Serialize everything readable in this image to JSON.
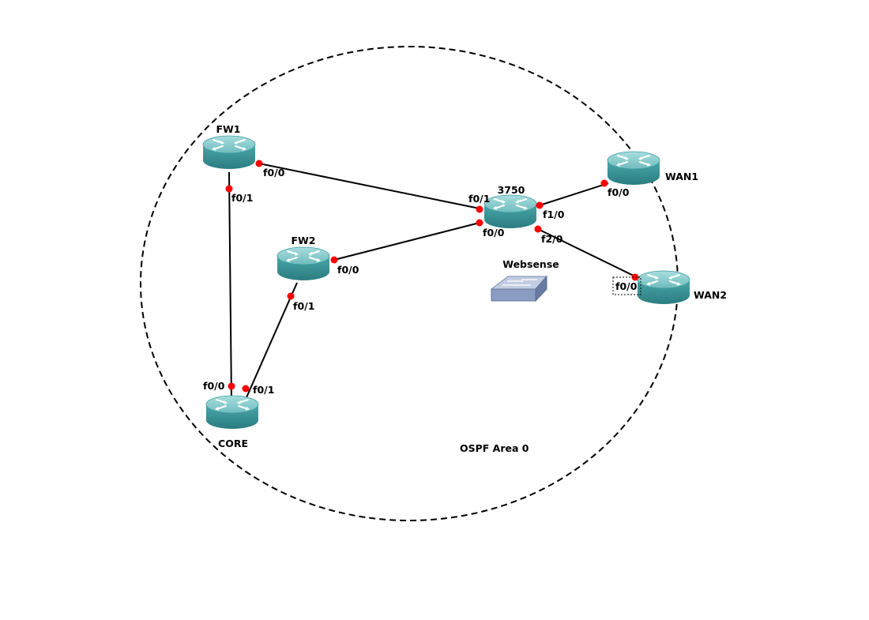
{
  "diagram": {
    "area_label": "OSPF Area 0",
    "colors": {
      "router_top": "#8fcfd0",
      "router_body": "#3f9d9f",
      "router_dark": "#2c7f81",
      "link": "#000000",
      "port": "#ff0000",
      "switch_top": "#b9c5dd",
      "switch_side": "#7284ad"
    },
    "devices": {
      "fw1": {
        "label": "FW1",
        "icon": "router-icon"
      },
      "fw2": {
        "label": "FW2",
        "icon": "router-icon"
      },
      "core": {
        "label": "CORE",
        "icon": "router-icon"
      },
      "sw3750": {
        "label": "3750",
        "icon": "router-icon"
      },
      "wan1": {
        "label": "WAN1",
        "icon": "router-icon"
      },
      "wan2": {
        "label": "WAN2",
        "icon": "router-icon"
      },
      "websense": {
        "label": "Websense",
        "icon": "switch-icon"
      }
    },
    "interfaces": {
      "fw1_f00": "f0/0",
      "fw1_f01": "f0/1",
      "fw2_f00": "f0/0",
      "fw2_f01": "f0/1",
      "core_f00": "f0/0",
      "core_f01": "f0/1",
      "sw_f01": "f0/1",
      "sw_f00": "f0/0",
      "sw_f10": "f1/0",
      "sw_f20": "f2/0",
      "wan1_f00": "f0/0",
      "wan2_f00": "f0/0"
    }
  }
}
